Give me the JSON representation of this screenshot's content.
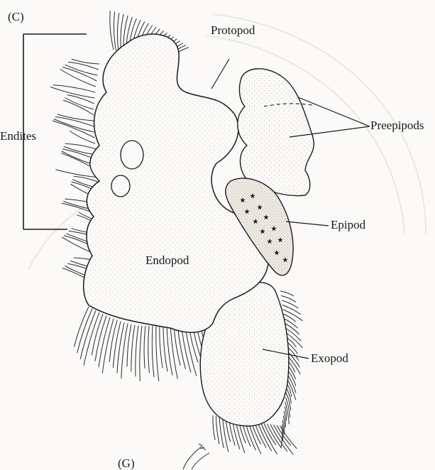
{
  "panels": {
    "main": "(C)",
    "next": "(G)"
  },
  "labels": {
    "endites": "Endites",
    "protopod": "Protopod",
    "preepipods": "Preepipods",
    "epipod": "Epipod",
    "endopod": "Endopod",
    "exopod": "Exopod"
  },
  "colors": {
    "ink": "#1a1a1a",
    "paper": "#fbfaf8",
    "stipple": "#6e6a64"
  }
}
